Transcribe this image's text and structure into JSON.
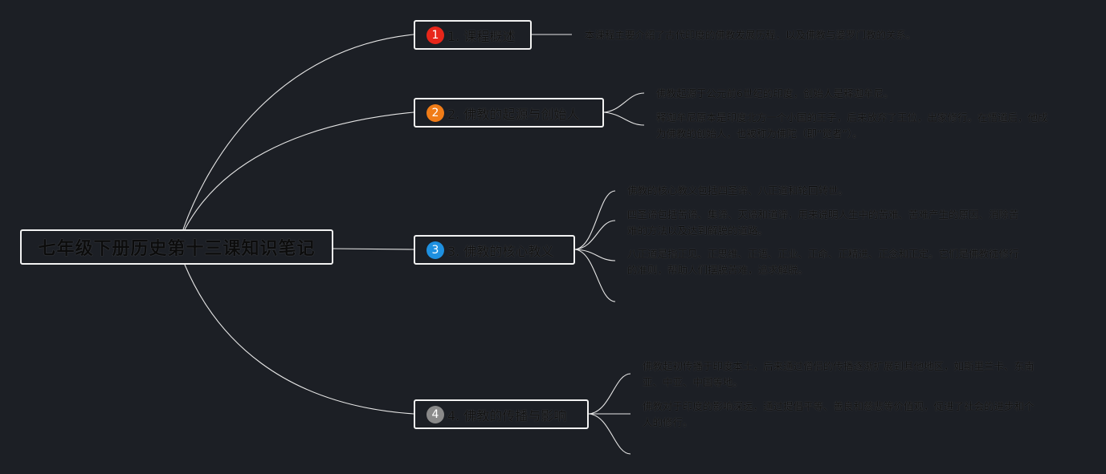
{
  "root": {
    "title": "七年级下册历史第十三课知识笔记"
  },
  "topics": [
    {
      "badge": "1",
      "badge_color": "#e8261a",
      "title": "1. 课程概述",
      "notes": [
        "本课程主要介绍了古代印度的佛教发展历程，以及佛教与婆罗门教的关系。"
      ]
    },
    {
      "badge": "2",
      "badge_color": "#f07c17",
      "title": "2. 佛教的起源与创始人",
      "notes": [
        "佛教起源于公元前6世纪的印度，创始人是释迦牟尼。",
        "释迦牟尼原本是印度北方一个小国的王子，后来放弃了王位，出家修行。在悟道后，他成为佛教的创始人，也被称为佛陀（即“觉者”）。"
      ]
    },
    {
      "badge": "3",
      "badge_color": "#1e90e0",
      "title": "3. 佛教的核心教义",
      "notes": [
        "佛教的核心教义包括四圣谛、八正道和轮回转世。",
        "四圣谛包括苦谛、集谛、灭谛和道谛，用来说明人生中的苦难、苦难产生的原因、消除苦难的方法以及达到解脱的道路。",
        "八正道是指正见、正思维、正语、正业、正命、正精进、正念和正定。它们是佛教徒修行的准则，帮助人们摆脱苦难，追求解脱。"
      ]
    },
    {
      "badge": "4",
      "badge_color": "#8a8a8a",
      "title": "4. 佛教的传播与影响",
      "notes": [
        "佛教起初传播于印度本土，后来通过僧侣的传播逐渐扩展到其他地区，如斯里兰卡、东南亚、中亚、中国等地。",
        "佛教对于印度的影响深远，通过提倡平等、善良和慈悲等价值观，促进了社会的进步和个人的修行。"
      ]
    }
  ]
}
